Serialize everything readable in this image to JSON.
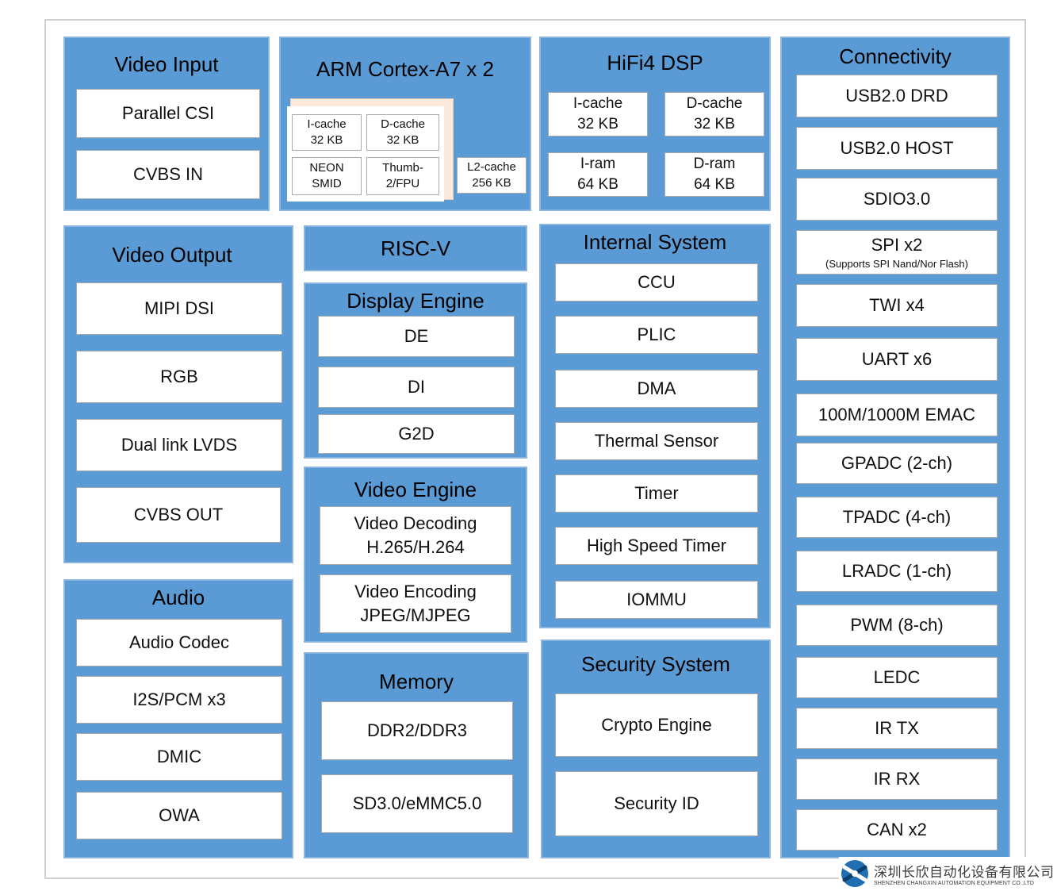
{
  "video_input": {
    "title": "Video Input",
    "items": [
      "Parallel CSI",
      "CVBS IN"
    ]
  },
  "arm": {
    "title": "ARM Cortex-A7 x 2",
    "icache": [
      "I-cache",
      "32 KB"
    ],
    "dcache": [
      "D-cache",
      "32 KB"
    ],
    "neon": [
      "NEON",
      "SMID"
    ],
    "thumb": [
      "Thumb-",
      "2/FPU"
    ],
    "l2cache": [
      "L2-cache",
      "256 KB"
    ]
  },
  "hifi4": {
    "title": "HiFi4 DSP",
    "icache": [
      "I-cache",
      "32 KB"
    ],
    "dcache": [
      "D-cache",
      "32 KB"
    ],
    "iram": [
      "I-ram",
      "64 KB"
    ],
    "dram": [
      "D-ram",
      "64 KB"
    ]
  },
  "connectivity": {
    "title": "Connectivity",
    "items": [
      "USB2.0 DRD",
      "USB2.0 HOST",
      "SDIO3.0"
    ],
    "spi": {
      "label": "SPI x2",
      "note": "(Supports SPI Nand/Nor Flash)"
    },
    "items2": [
      "TWI x4",
      "UART x6",
      "100M/1000M EMAC",
      "GPADC (2-ch)",
      "TPADC (4-ch)",
      "LRADC (1-ch)",
      "PWM (8-ch)",
      "LEDC",
      "IR TX",
      "IR RX",
      "CAN x2"
    ]
  },
  "video_output": {
    "title": "Video Output",
    "items": [
      "MIPI DSI",
      "RGB",
      "Dual link LVDS",
      "CVBS OUT"
    ]
  },
  "riscv": {
    "title": "RISC-V"
  },
  "display_engine": {
    "title": "Display Engine",
    "items": [
      "DE",
      "DI",
      "G2D"
    ]
  },
  "video_engine": {
    "title": "Video Engine",
    "decoding": [
      "Video Decoding",
      "H.265/H.264"
    ],
    "encoding": [
      "Video Encoding",
      "JPEG/MJPEG"
    ]
  },
  "memory": {
    "title": "Memory",
    "items": [
      "DDR2/DDR3",
      "SD3.0/eMMC5.0"
    ]
  },
  "internal_system": {
    "title": "Internal System",
    "items": [
      "CCU",
      "PLIC",
      "DMA",
      "Thermal Sensor",
      "Timer",
      "High Speed Timer",
      "IOMMU"
    ]
  },
  "security_system": {
    "title": "Security System",
    "items": [
      "Crypto Engine",
      "Security ID"
    ]
  },
  "audio": {
    "title": "Audio",
    "items": [
      "Audio Codec",
      "I2S/PCM x3",
      "DMIC",
      "OWA"
    ]
  },
  "logo": {
    "cn": "深圳长欣自动化设备有限公司",
    "en": "SHENZHEN CHANGXIN AUTOMATION EQUIPMENT CO.,LTD"
  },
  "colors": {
    "block": "#5b9bd5",
    "item": "#ffffff",
    "frame": "#cfcfcf"
  }
}
